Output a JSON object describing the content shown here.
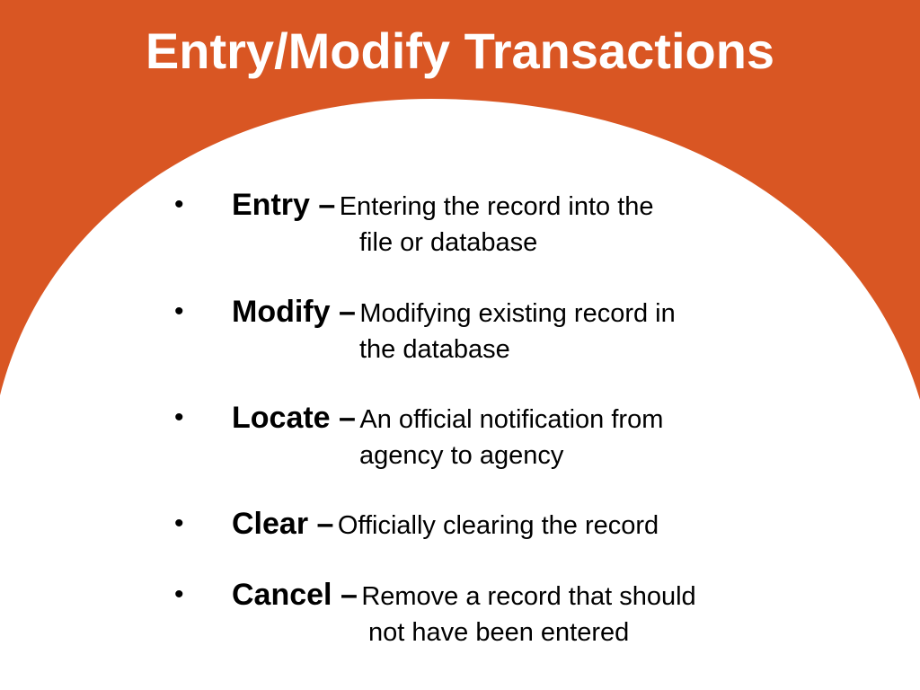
{
  "slide": {
    "title": "Entry/Modify Transactions",
    "colors": {
      "accent": "#d95623",
      "background": "#ffffff",
      "title_text": "#ffffff",
      "body_text": "#000000"
    },
    "bullet_glyph": "•",
    "bullets": [
      {
        "term": "Entry –",
        "desc_line1": "Entering the record into the",
        "desc_line2": "file or database"
      },
      {
        "term": "Modify –",
        "desc_line1": "Modifying existing record in",
        "desc_line2": "the database"
      },
      {
        "term": "Locate –",
        "desc_line1": "An official notification from",
        "desc_line2": "agency to agency"
      },
      {
        "term": "Clear –",
        "desc_line1": "Officially clearing the record",
        "desc_line2": ""
      },
      {
        "term": "Cancel –",
        "desc_line1": "Remove a record that should",
        "desc_line2": "not have been entered"
      }
    ]
  }
}
